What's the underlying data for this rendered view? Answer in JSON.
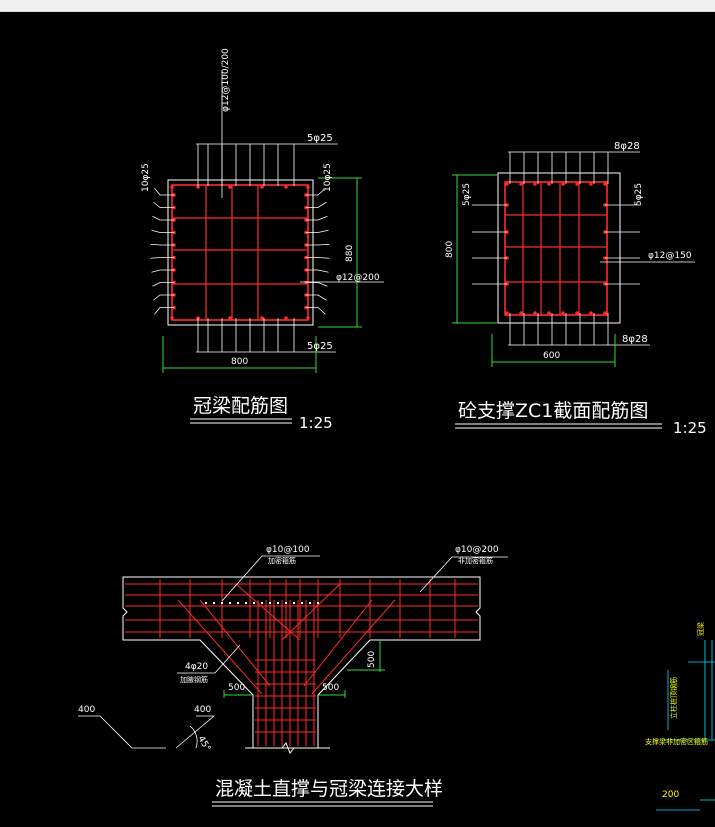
{
  "colors": {
    "background": "#000000",
    "outline": "#ffffff",
    "rebar": "#ff2a2a",
    "dimension": "#33dd33",
    "annotation": "#ffffff",
    "leader": "#ffffff",
    "accent_yellow": "#ffff00",
    "accent_cyan": "#00e5ff"
  },
  "drawing1": {
    "title": "冠梁配筋图",
    "scale": "1:25",
    "label_stirrup": "φ12@100/200",
    "label_top": "5φ25",
    "label_bottom": "5φ25",
    "label_left": "10φ25",
    "label_right": "10φ25",
    "label_tie": "φ12@200",
    "dim_width": "800",
    "dim_height": "880"
  },
  "drawing2": {
    "title": "砼支撑ZC1截面配筋图",
    "scale": "1:25",
    "label_top": "8φ28",
    "label_bottom": "8φ28",
    "label_left": "5φ25",
    "label_right": "5φ25",
    "label_tie": "φ12@150",
    "dim_width": "600",
    "dim_height": "800"
  },
  "drawing3": {
    "title": "混凝土直撑与冠梁连接大样",
    "label_stirrup_dense": "φ10@100",
    "label_stirrup_dense_note": "加密箍筋",
    "label_stirrup": "φ10@200",
    "label_stirrup_note": "非加密箍筋",
    "label_haunch": "4φ20",
    "label_haunch_note": "加腋钢筋",
    "dim_haunch_left": "500",
    "dim_haunch_right": "500",
    "dim_haunch_height": "500",
    "dim_left": "400",
    "dim_right": "400",
    "angle": "45°"
  },
  "partial_right": {
    "note1": "冠梁",
    "note2": "立柱桩顶钢筋",
    "note3": "支撑梁非加密区箍筋",
    "dim": "200"
  }
}
